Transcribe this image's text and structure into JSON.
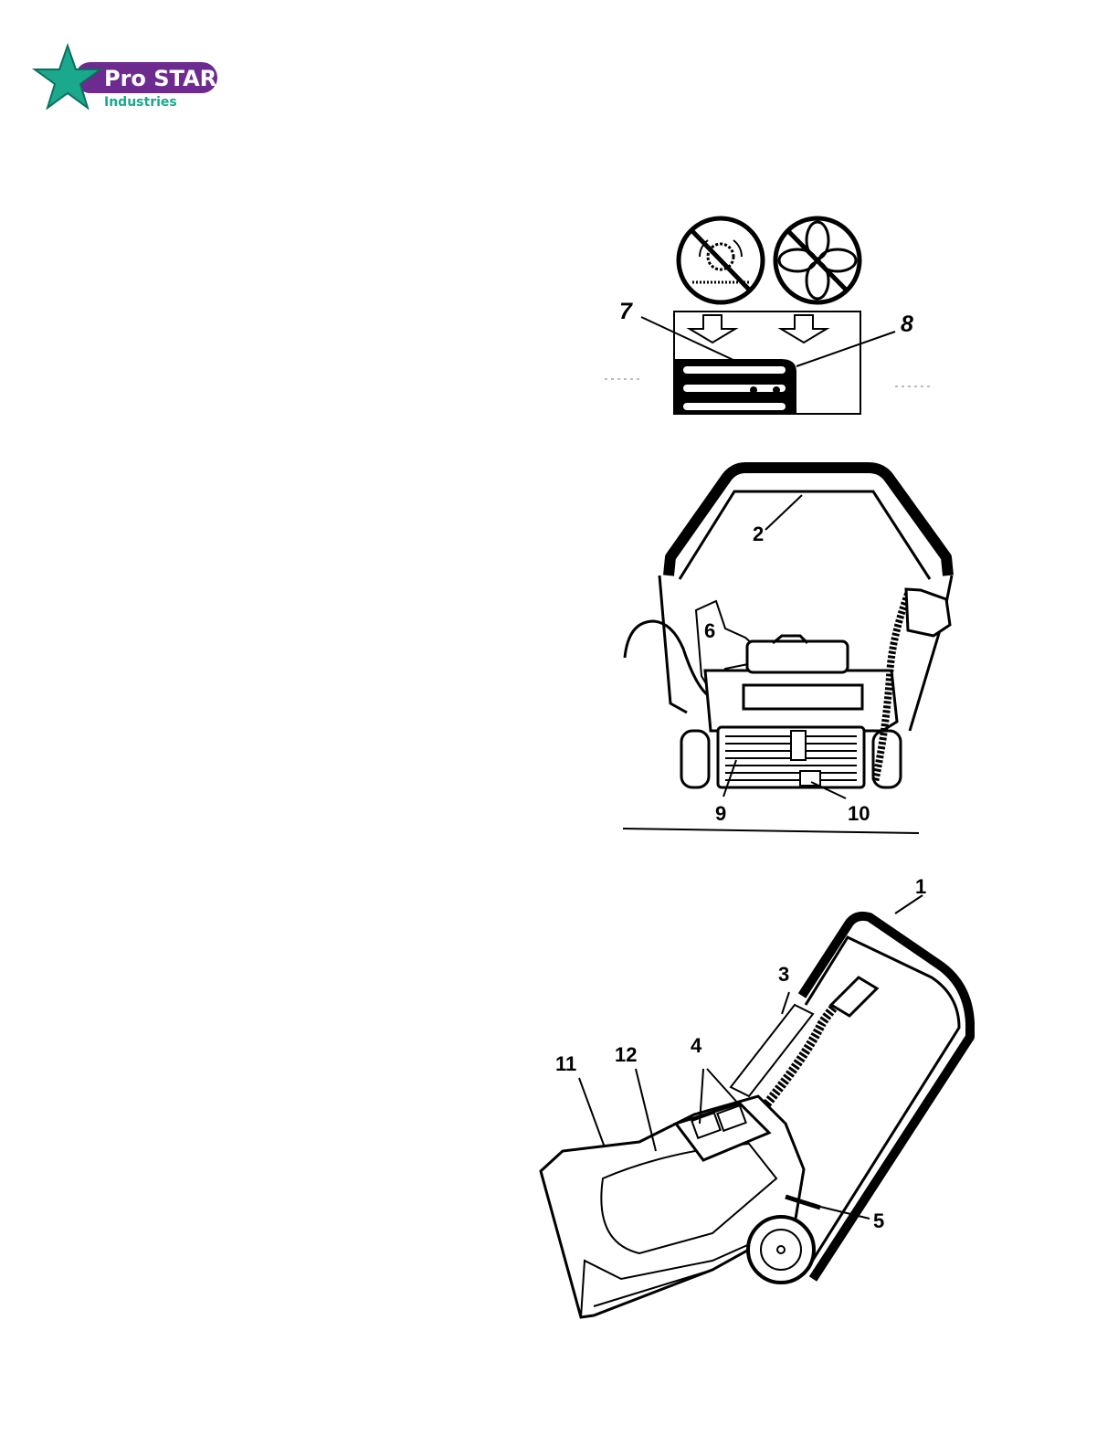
{
  "logo": {
    "brand": "Pro STAR",
    "subtitle": "Industries",
    "colors": {
      "star": "#1aa98d",
      "pill": "#6d2b8f",
      "text": "#ffffff",
      "subtitle": "#1aa98d"
    }
  },
  "figure_top": {
    "callouts": [
      "7",
      "8"
    ],
    "icons": [
      "no-brush-icon",
      "no-fan-icon"
    ]
  },
  "figure_middle": {
    "callouts": [
      "2",
      "6",
      "9",
      "10"
    ]
  },
  "figure_bottom": {
    "callouts": [
      "1",
      "3",
      "4",
      "11",
      "12",
      "5"
    ]
  }
}
